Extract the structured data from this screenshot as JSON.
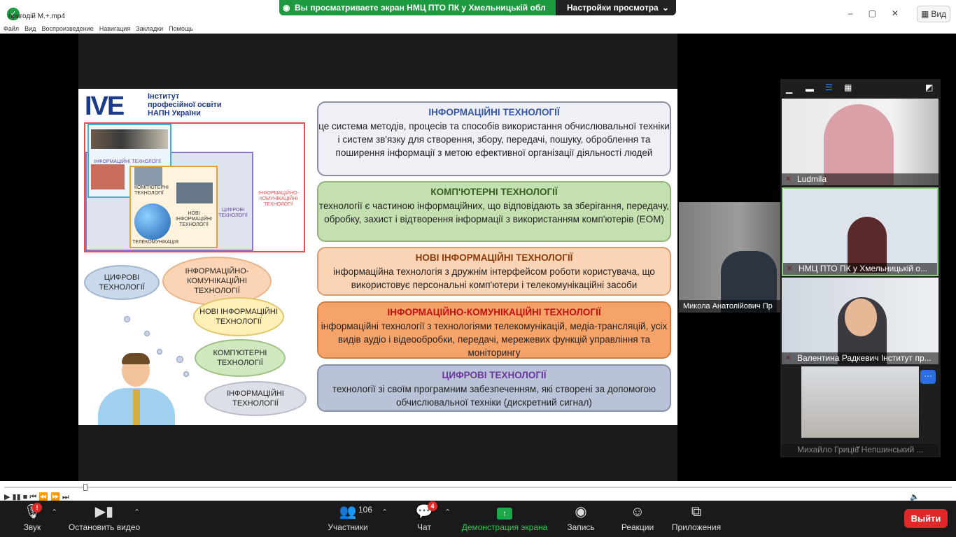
{
  "window": {
    "title": "пригодій М.+.mp4",
    "view_button": "Вид",
    "menu": [
      "Файл",
      "Вид",
      "Воспроизведение",
      "Навигация",
      "Закладки",
      "Помощь"
    ]
  },
  "share_banner": {
    "text": "Вы просматриваете экран НМЦ ПТО ПК у Хмельницькій обл",
    "settings": "Настройки просмотра"
  },
  "slide": {
    "logo_mark": "IVE",
    "logo_lines": [
      "Інститут",
      "професійної освіти",
      "НАПН України"
    ],
    "cards": [
      {
        "title": "ІНФОРМАЦІЙНІ ТЕХНОЛОГІЇ",
        "text": "це система методів, процесів та способів використання обчислювальної техніки і систем зв'язку для створення, збору, передачі, пошуку, оброблення та поширення інформації з метою ефективної організації діяльності людей"
      },
      {
        "title": "КОМП'ЮТЕРНІ ТЕХНОЛОГІЇ",
        "text": "технології є частиною інформаційних, що відповідають за зберігання, передачу, обробку, захист і відтворення інформації з використанням комп'ютерів (ЕОМ)"
      },
      {
        "title": "НОВІ ІНФОРМАЦІЙНІ ТЕХНОЛОГІЇ",
        "text": "інформаційна технологія з дружнім інтерфейсом роботи користувача, що використовує персональні комп'ютери і телекомунікаційні засоби"
      },
      {
        "title": "ІНФОРМАЦІЙНО-КОМУНІКАЦІЙНІ ТЕХНОЛОГІЇ",
        "text": "інформаційні технології з технологіями телекомунікацій, медіа-трансляцій, усіх видів аудіо і відеообробки, передачі, мережевих функцій управління та моніторингу"
      },
      {
        "title": "ЦИФРОВІ ТЕХНОЛОГІЇ",
        "text": "технології зі своїм програмним забезпеченням, які створені за допомогою обчислювальної техніки (дискретний сигнал)"
      }
    ],
    "diagram_labels": {
      "it": "ІНФОРМАЦІЙНІ ТЕХНОЛОГІЇ",
      "computer": "КОМП'ЮТЕРНІ ТЕХНОЛОГІЇ",
      "new_it": "НОВІ ІНФОРМАЦІЙНІ ТЕХНОЛОГІЇ",
      "telecom": "ТЕЛЕКОМУНІКАЦІЯ",
      "digital": "ЦИФРОВІ ТЕХНОЛОГІЇ",
      "ict": "ІНФОРМАЦІЙНО-КОМУНІКАЦІЙНІ ТЕХНОЛОГІЇ"
    },
    "clouds": [
      "ЦИФРОВІ ТЕХНОЛОГІЇ",
      "ІНФОРМАЦІЙНО-КОМУНІКАЦІЙНІ ТЕХНОЛОГІЇ",
      "НОВІ ІНФОРМАЦІЙНІ ТЕХНОЛОГІЇ",
      "КОМП'ЮТЕРНІ ТЕХНОЛОГІЇ",
      "ІНФОРМАЦІЙНІ ТЕХНОЛОГІЇ"
    ]
  },
  "speaker": {
    "name": "Микола Анатолійович Пр"
  },
  "participants": [
    {
      "name": "Ludmila"
    },
    {
      "name": "НМЦ ПТО ПК у Хмельницькій о..."
    },
    {
      "name": "Валентина Радкевич Інститут пр..."
    },
    {
      "name": "Михайло Гриців Непшинський ..."
    }
  ],
  "toolbar": {
    "audio": "Звук",
    "video": "Остановить видео",
    "participants": "Участники",
    "participants_count": "106",
    "chat": "Чат",
    "chat_badge": "4",
    "share": "Демонстрация экрана",
    "record": "Запись",
    "reactions": "Реакции",
    "apps": "Приложения",
    "leave": "Выйти",
    "audio_badge": "!"
  },
  "colors": {
    "share_green": "#1d9a3f",
    "leave_red": "#e02828"
  }
}
